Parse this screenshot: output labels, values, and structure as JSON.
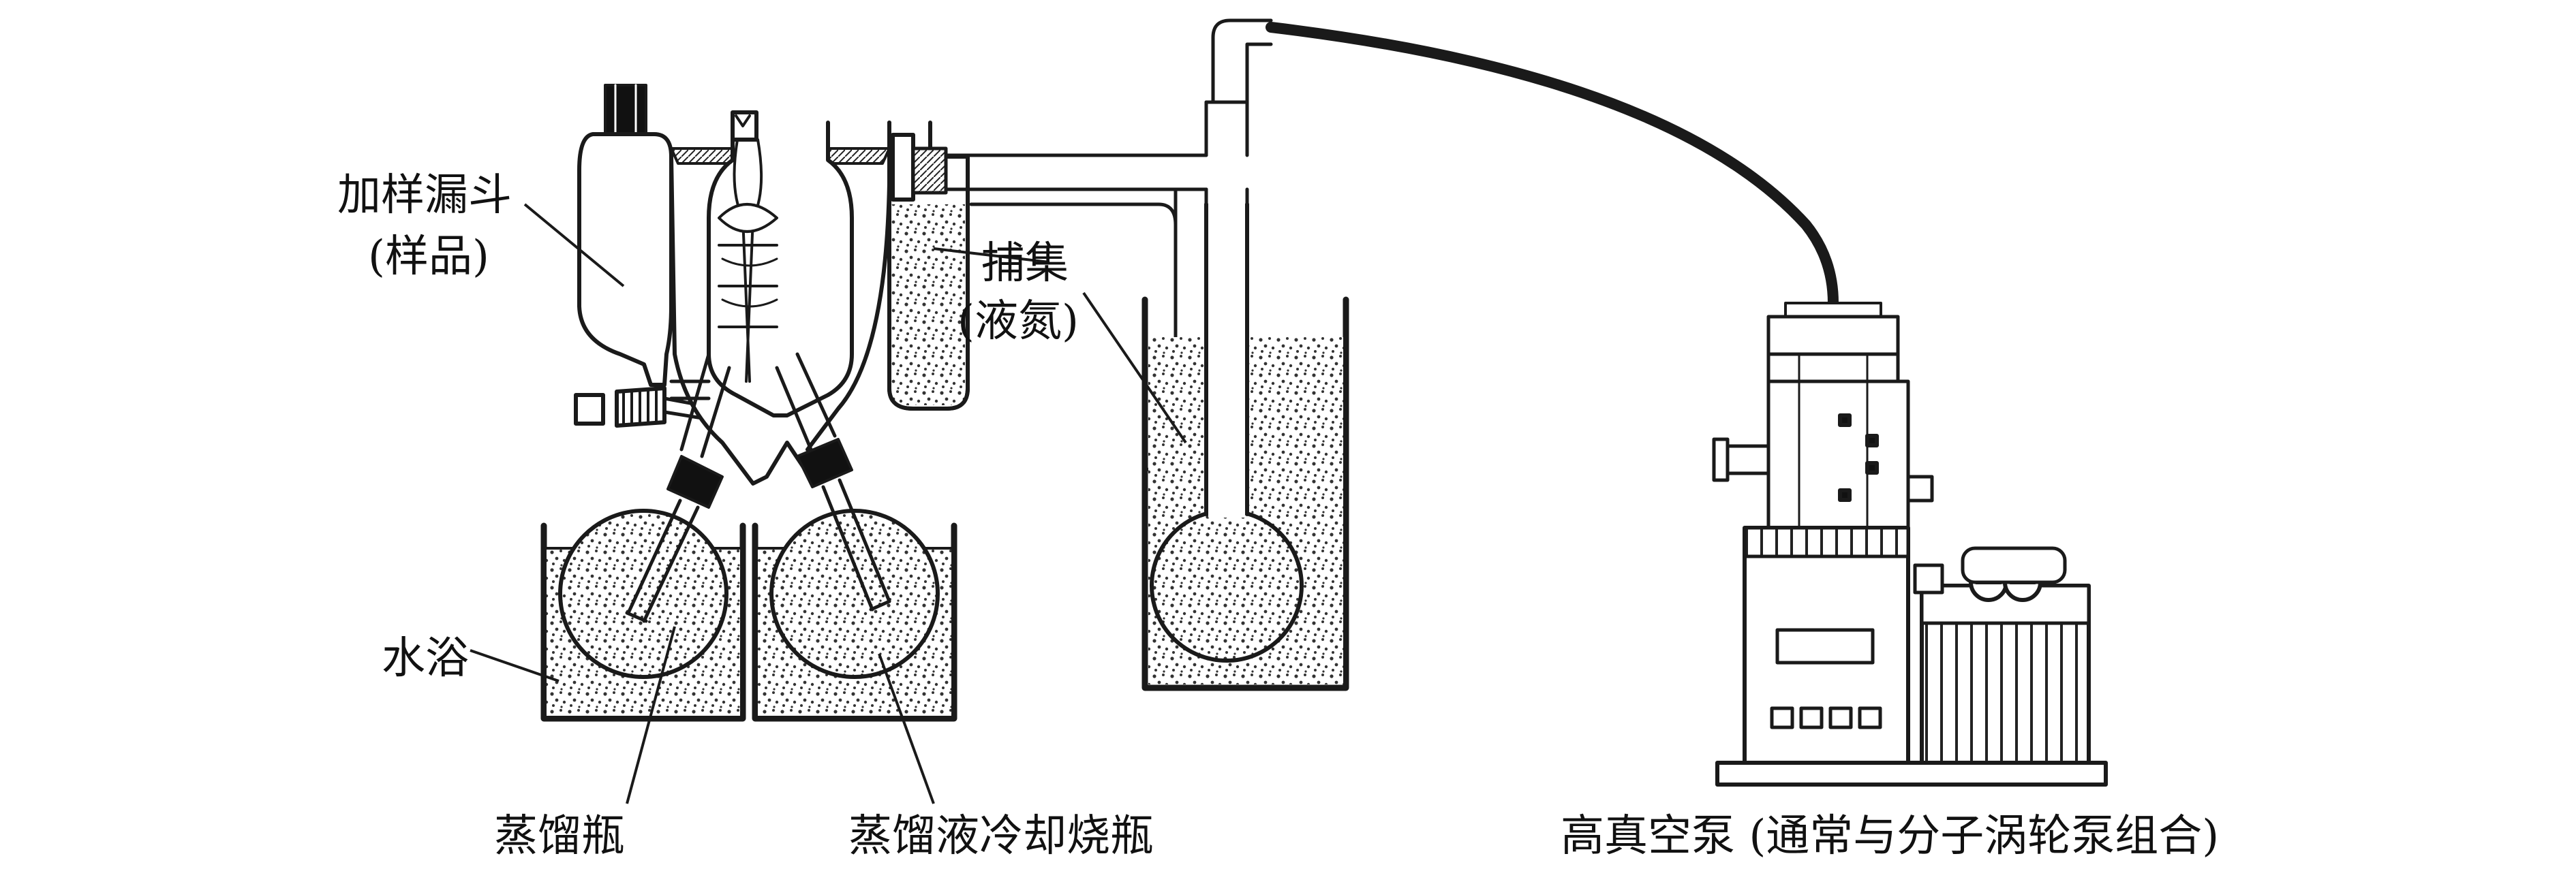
{
  "labels": {
    "funnel_line1": "加样漏斗",
    "funnel_line2": "(样品)",
    "trap_line1": "捕集",
    "trap_line2": "(液氮)",
    "water_bath": "水浴",
    "distill_flask": "蒸馏瓶",
    "cooling_flask": "蒸馏液冷却烧瓶",
    "pump": "高真空泵 (通常与分子涡轮泵组合)"
  },
  "colors": {
    "line": "#1a1a1a",
    "glass_fill": "#ffffff",
    "stipple": "#333333",
    "background": "#ffffff"
  }
}
